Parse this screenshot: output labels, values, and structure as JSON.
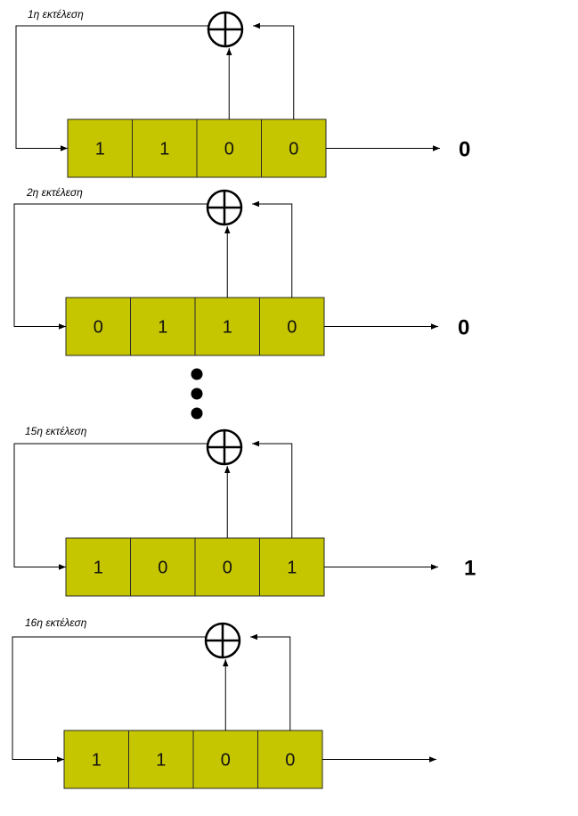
{
  "stages": [
    {
      "label": "1η εκτέλεση",
      "bits": [
        "1",
        "1",
        "0",
        "0"
      ],
      "output": "0"
    },
    {
      "label": "2η εκτέλεση",
      "bits": [
        "0",
        "1",
        "1",
        "0"
      ],
      "output": "0"
    },
    {
      "label": "15η εκτέλεση",
      "bits": [
        "1",
        "0",
        "0",
        "1"
      ],
      "output": "1"
    },
    {
      "label": "16η εκτέλεση",
      "bits": [
        "1",
        "1",
        "0",
        "0"
      ],
      "output": ""
    }
  ],
  "colors": {
    "cell_fill": "#c6c600",
    "line": "#000000"
  },
  "icons": {
    "xor": "xor-icon",
    "ellipsis": "vertical-ellipsis"
  }
}
